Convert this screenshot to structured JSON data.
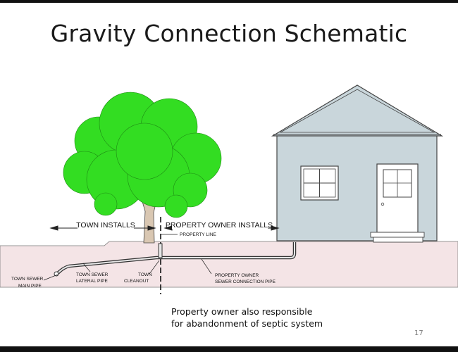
{
  "slide": {
    "title": "Gravity Connection Schematic",
    "note_line1": "Property owner also responsible",
    "note_line2": "for abandonment of septic system",
    "page_number": "17"
  },
  "diagram": {
    "town_installs": "TOWN INSTALLS",
    "owner_installs": "PROPERTY OWNER INSTALLS",
    "property_line": "PROPERTY LINE",
    "main_pipe_1": "TOWN SEWER",
    "main_pipe_2": "MAIN PIPE",
    "lateral_1": "TOWN SEWER",
    "lateral_2": "LATERAL PIPE",
    "cleanout_1": "TOWN",
    "cleanout_2": "CLEANOUT",
    "owner_pipe_1": "PROPERTY OWNER",
    "owner_pipe_2": "SEWER CONNECTION PIPE"
  },
  "colors": {
    "tree": "#33dd22",
    "house": "#c9d6db",
    "ground": "#f4e4e6",
    "outline": "#444444"
  }
}
